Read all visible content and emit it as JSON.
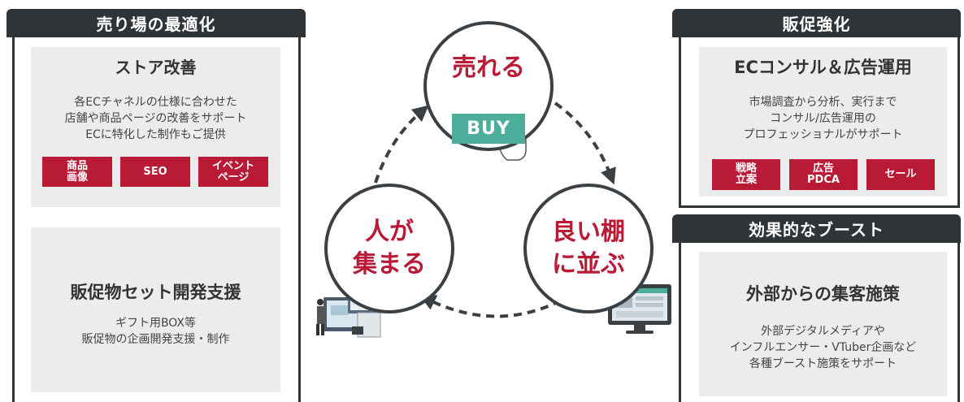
{
  "left": {
    "header": "売り場の最適化",
    "store": {
      "title": "ストア改善",
      "desc": [
        "各ECチャネルの仕様に合わせた",
        "店舗や商品ページの改善をサポート",
        "ECに特化した制作もご提供"
      ],
      "tags": [
        "商品\n画像",
        "SEO",
        "イベント\nページ"
      ]
    },
    "promo": {
      "title": "販促物セット開発支援",
      "desc": [
        "ギフト用BOX等",
        "販促物の企画開発支援・制作"
      ]
    }
  },
  "right_top": {
    "header": "販促強化",
    "card": {
      "title": "ECコンサル＆広告運用",
      "desc": [
        "市場調査から分析、実行まで",
        "コンサル/広告運用の",
        "プロフェッショナルがサポート"
      ],
      "tags": [
        "戦略\n立案",
        "広告\nPDCA",
        "セール"
      ]
    }
  },
  "right_bottom": {
    "header": "効果的なブースト",
    "card": {
      "title": "外部からの集客施策",
      "desc": [
        "外部デジタルメディアや",
        "インフルエンサー・VTuber企画など",
        "各種ブースト施策をサポート"
      ]
    }
  },
  "cycle": {
    "sell": "売れる",
    "buy": "BUY",
    "gather": "人が\n集まる",
    "shelf": "良い棚\nに並ぶ"
  },
  "colors": {
    "accent": "#b91a36",
    "dark": "#2f3439",
    "card": "#ececec",
    "buy": "#4cae9b"
  }
}
